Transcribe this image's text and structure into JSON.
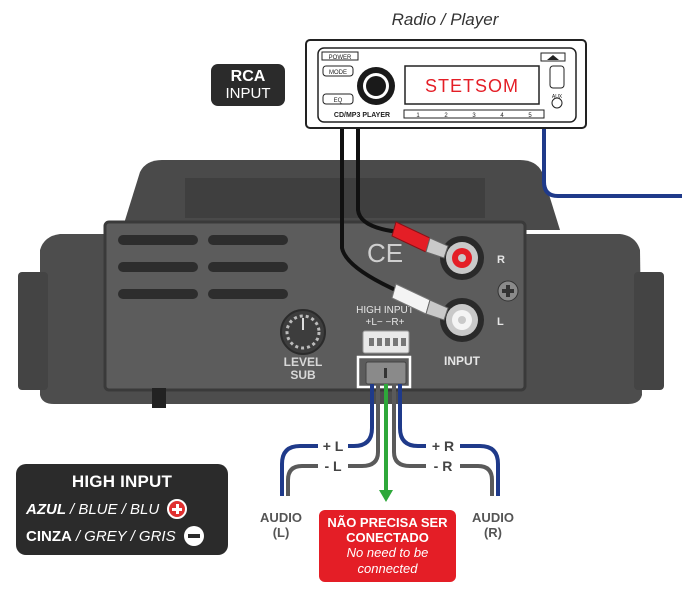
{
  "radio": {
    "title": "Radio / Player",
    "display_text": "STETSOM",
    "power_label": "POWER",
    "mode_label": "MODE",
    "eq_label": "EQ",
    "model_label": "CD/MP3 PLAYER",
    "preset_buttons": [
      "1",
      "2",
      "3",
      "4",
      "5"
    ],
    "aux_label": "AUX"
  },
  "rca_input_box": {
    "line1": "RCA",
    "line2": "INPUT"
  },
  "amplifier": {
    "ce_mark": "CE",
    "high_input_label": "HIGH INPUT",
    "high_input_pins": "+L−  −R+",
    "level_label": "LEVEL",
    "sub_label": "SUB",
    "input_label": "INPUT",
    "rca_right_label": "R",
    "rca_left_label": "L"
  },
  "wires": {
    "plus_l": "+ L",
    "minus_l": "- L",
    "plus_r": "+ R",
    "minus_r": "- R",
    "colors": {
      "blue": "#1f3a8a",
      "grey": "#5a5a5a",
      "green": "#2ea83a",
      "rca_red": "#e41e26",
      "rca_white": "#f2f2f2"
    }
  },
  "audio_left": {
    "line1": "AUDIO",
    "line2": "(L)"
  },
  "audio_right": {
    "line1": "AUDIO",
    "line2": "(R)"
  },
  "not_needed_box": {
    "line1": "NÃO PRECISA SER",
    "line2": "CONECTADO",
    "line3": "No need to be",
    "line4": "connected"
  },
  "legend": {
    "title": "HIGH INPUT",
    "row1_bold": "AZUL",
    "row1_rest": "/ BLUE / BLU",
    "row2_bold": "CINZA",
    "row2_rest": "/ GREY / GRIS"
  }
}
